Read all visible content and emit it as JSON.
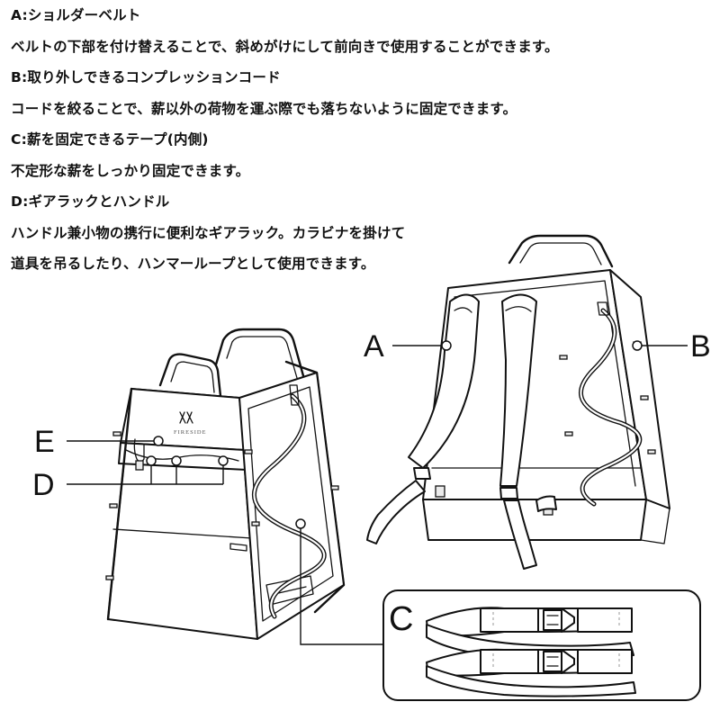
{
  "descriptions": [
    {
      "id": "a-title",
      "text": "A:ショルダーベルト"
    },
    {
      "id": "a-desc",
      "text": "ベルトの下部を付け替えることで、斜めがけにして前向きで使用することができます。"
    },
    {
      "id": "b-title",
      "text": "B:取り外しできるコンプレッションコード"
    },
    {
      "id": "b-desc",
      "text": "コードを絞ることで、薪以外の荷物を運ぶ際でも落ちないように固定できます。"
    },
    {
      "id": "c-title",
      "text": "C:薪を固定できるテープ(内側)"
    },
    {
      "id": "c-desc",
      "text": "不定形な薪をしっかり固定できます。"
    },
    {
      "id": "d-title",
      "text": "D:ギアラックとハンドル"
    },
    {
      "id": "d-desc-1",
      "text": "ハンドル兼小物の携行に便利なギアラック。カラビナを掛けて"
    },
    {
      "id": "d-desc-2",
      "text": "道具を吊るしたり、ハンマーループとして使用できます。"
    }
  ],
  "callouts": {
    "a": "A",
    "b": "B",
    "c": "C",
    "d": "D",
    "e": "E"
  },
  "logo": {
    "text": "FIRESIDE",
    "icon": "fireside-logo-icon"
  },
  "colors": {
    "ink": "#111111",
    "paper": "#ffffff"
  }
}
